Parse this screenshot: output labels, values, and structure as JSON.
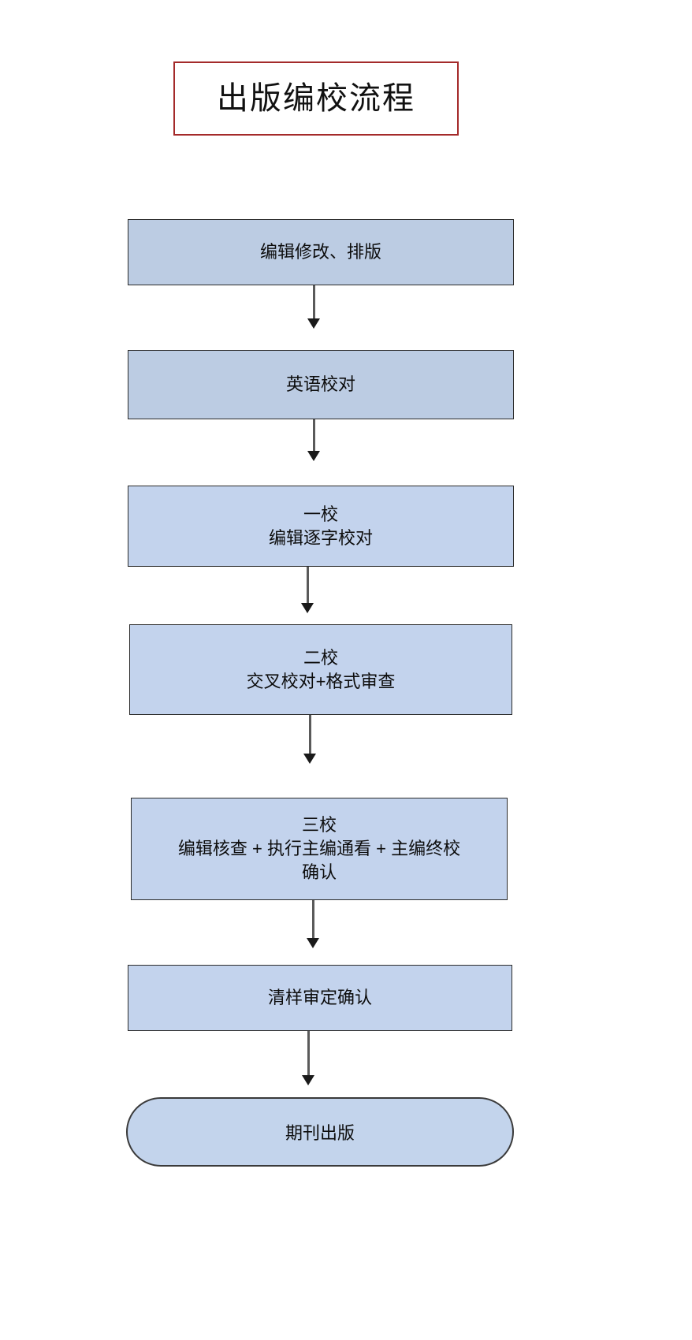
{
  "title": {
    "text": "出版编校流程",
    "border_color": "#A42A2A"
  },
  "theme": {
    "node_fill": "#BCCCE3",
    "node_fill_light": "#C3D3ED",
    "node_border": "#2b2b2b",
    "connector_color": "#5a5a5a",
    "arrow_color": "#1a1a1a",
    "text_color": "#0d0d0d",
    "page_background": "#ffffff"
  },
  "flow": {
    "nodes": [
      {
        "id": "edit-layout",
        "shape": "process",
        "text": "编辑修改、排版"
      },
      {
        "id": "english-proof",
        "shape": "process",
        "text": "英语校对"
      },
      {
        "id": "first-proof",
        "shape": "process",
        "text": "一校\n编辑逐字校对"
      },
      {
        "id": "second-proof",
        "shape": "process",
        "text": "二校\n交叉校对+格式审查"
      },
      {
        "id": "third-proof",
        "shape": "process",
        "text": "三校\n编辑核查 + 执行主编通看 + 主编终校\n确认"
      },
      {
        "id": "clean-proof",
        "shape": "process",
        "text": "清样审定确认"
      },
      {
        "id": "journal-publish",
        "shape": "terminator",
        "text": "期刊出版"
      }
    ],
    "connectors": [
      {
        "from": "edit-layout",
        "to": "english-proof"
      },
      {
        "from": "english-proof",
        "to": "first-proof"
      },
      {
        "from": "first-proof",
        "to": "second-proof"
      },
      {
        "from": "second-proof",
        "to": "third-proof"
      },
      {
        "from": "third-proof",
        "to": "clean-proof"
      },
      {
        "from": "clean-proof",
        "to": "journal-publish"
      }
    ]
  }
}
